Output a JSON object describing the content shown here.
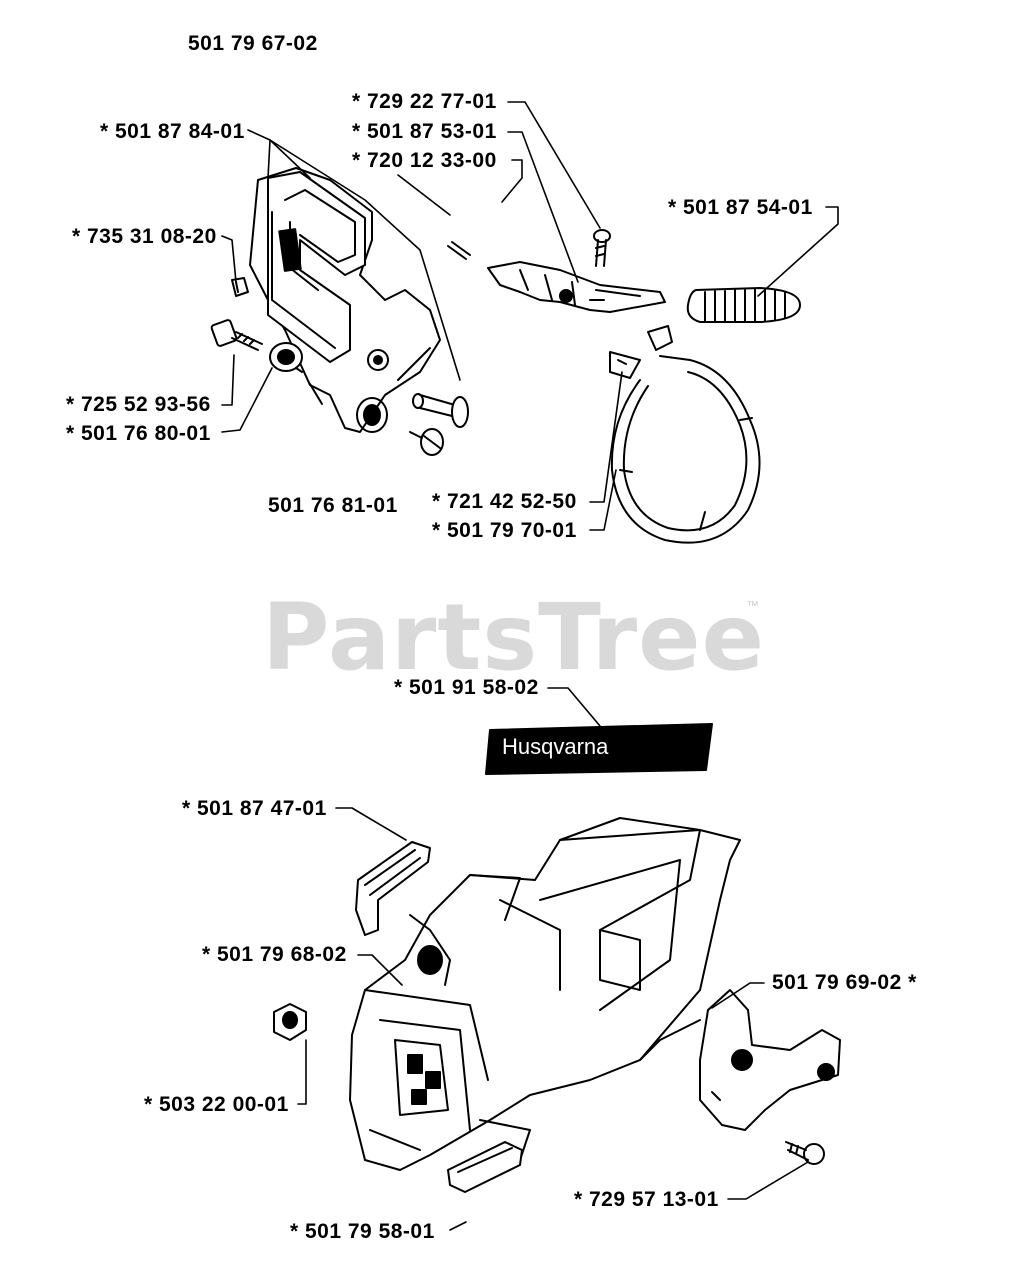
{
  "diagram": {
    "assembly_number": "501 79 67-02",
    "watermark": {
      "text": "PartsTree",
      "trademark": "™"
    },
    "brand_plate_text": "Husqvarna",
    "part_labels": [
      {
        "id": "p1",
        "text": "* 501 87 84-01"
      },
      {
        "id": "p2",
        "text": "* 735 31 08-20"
      },
      {
        "id": "p3",
        "text": "* 725 52 93-56"
      },
      {
        "id": "p4",
        "text": "* 501 76 80-01"
      },
      {
        "id": "p5",
        "text": "501 76 81-01"
      },
      {
        "id": "p6",
        "text": "* 729 22 77-01"
      },
      {
        "id": "p7",
        "text": "* 501 87 53-01"
      },
      {
        "id": "p8",
        "text": "* 720 12 33-00"
      },
      {
        "id": "p9",
        "text": "* 501 87 54-01"
      },
      {
        "id": "p10",
        "text": "* 721 42 52-50"
      },
      {
        "id": "p11",
        "text": "* 501 79 70-01"
      },
      {
        "id": "p12",
        "text": "* 501 91 58-02"
      },
      {
        "id": "p13",
        "text": "* 501 87 47-01"
      },
      {
        "id": "p14",
        "text": "* 501 79 68-02"
      },
      {
        "id": "p15",
        "text": "501 79 69-02 *"
      },
      {
        "id": "p16",
        "text": "* 503 22 00-01"
      },
      {
        "id": "p17",
        "text": "* 729 57 13-01"
      },
      {
        "id": "p18",
        "text": "* 501 79 58-01"
      }
    ]
  }
}
